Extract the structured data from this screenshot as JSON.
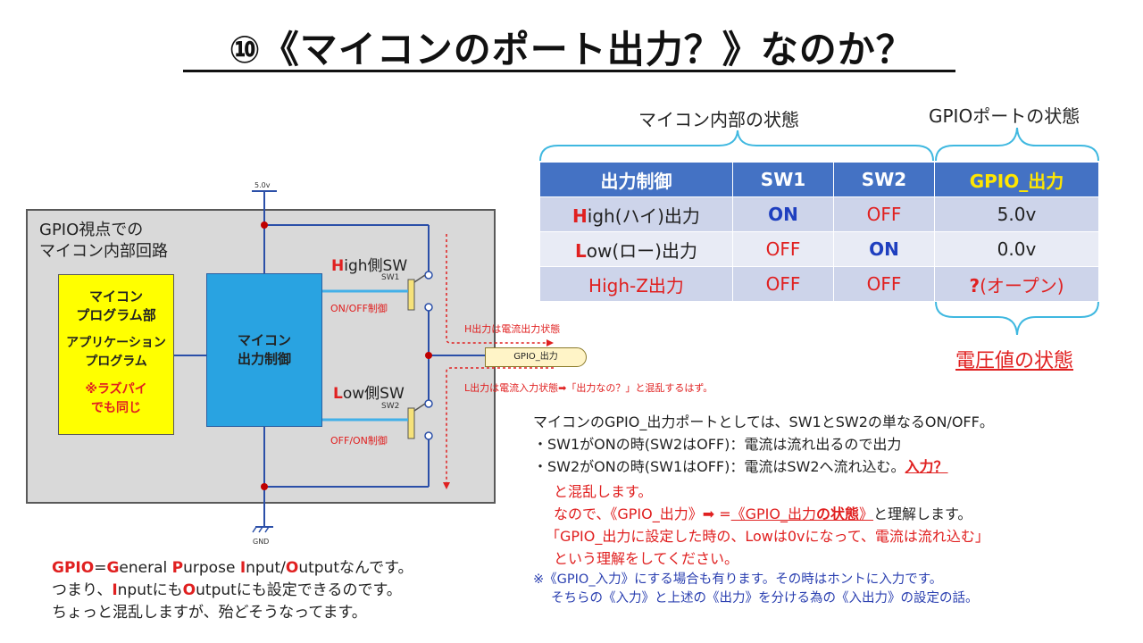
{
  "title": "⑩《マイコンのポート出力？》なのか？",
  "brace_labels": {
    "mcu_state": "マイコン内部の状態",
    "gpio_state": "GPIOポートの状態",
    "voltage_state": "電圧値の状態"
  },
  "table": {
    "headers": [
      "出力制御",
      "SW1",
      "SW2",
      "GPIO_出力"
    ],
    "rows": [
      {
        "mode_first": "H",
        "mode_rest": "igh(ハイ)出力",
        "sw1": "ON",
        "sw2": "OFF",
        "out": "5.0v"
      },
      {
        "mode_first": "L",
        "mode_rest": "ow(ロー)出力",
        "sw1": "OFF",
        "sw2": "ON",
        "out": "0.0v"
      },
      {
        "mode": "High-Z出力",
        "sw1": "OFF",
        "sw2": "OFF",
        "out_q": "?",
        "out_rest": "(オープン)"
      }
    ]
  },
  "circuit": {
    "vcc_label": "5.0v",
    "gnd_label": "GND",
    "gpio_view": [
      "GPIO視点での",
      "マイコン内部回路"
    ],
    "program_box": [
      "マイコン",
      "プログラム部"
    ],
    "app_box": [
      "アプリケーション",
      "プログラム"
    ],
    "same_note": [
      "※ラズパイ",
      "でも同じ"
    ],
    "ctrl_box": [
      "マイコン",
      "出力制御"
    ],
    "high_first": "H",
    "high_rest": "igh側SW",
    "low_first": "L",
    "low_rest": "ow側SW",
    "sw1": "SW1",
    "sw2": "SW2",
    "sw1_ctrl": "ON/OFF制御",
    "sw2_ctrl": "OFF/ON制御",
    "gpio_out": "GPIO_出力",
    "h_hint": "H出力は電流出力状態",
    "l_hint": "L出力は電流入力状態➡「出力なの？」と混乱するはず。"
  },
  "explanation": {
    "lines": [
      "マイコンのGPIO_出力ポートとしては、SW1とSW2の単なるON/OFF。",
      "・SW1がONの時(SW2はOFF)：電流は流れ出るので出力",
      "・SW2がONの時(SW1はOFF)：電流はSW2へ流れ込む。"
    ],
    "input_q": "入力？",
    "red_lines": {
      "l1": "と混乱します。",
      "l2a": "なので、《GPIO_出力》➡ =",
      "l2b": "《GPIO_出力",
      "l2c": "の状態",
      "l2d": "》",
      "l2e": "と理解します。",
      "l3": "「GPIO_出力に設定した時の、Lowは0vになって、電流は流れ込む」",
      "l4": "という理解をしてください。"
    },
    "note": [
      "※《GPIO_入力》にする場合も有ります。その時はホントに入力です。",
      "そちらの《入力》と上述の《出力》を分ける為の《入出力》の設定の話。"
    ]
  },
  "gpio_def": {
    "l1_a": "GPIO",
    "l1_b": "=",
    "l1_c": "G",
    "l1_d": "eneral ",
    "l1_e": "P",
    "l1_f": "urpose ",
    "l1_g": "I",
    "l1_h": "nput/",
    "l1_i": "O",
    "l1_j": "utputなんです。",
    "l2_a": "つまり、",
    "l2_b": "I",
    "l2_c": "nputにも",
    "l2_d": "O",
    "l2_e": "utputにも設定できるのです。",
    "l3": "ちょっと混乱しますが、殆どそうなってます。"
  },
  "colors": {
    "accent_red": "#e02020",
    "header_blue": "#4472c4",
    "mcu_blue": "#29a3e1",
    "program_yellow": "#ffff00",
    "brace_cyan": "#3fb8e0"
  }
}
